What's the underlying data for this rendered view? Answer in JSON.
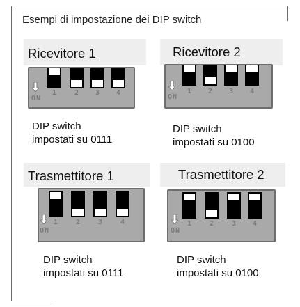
{
  "title": "Esempi di impostazione dei DIP switch",
  "on_label": "ON",
  "panels": [
    {
      "title": "Ricevitore 1",
      "caption_line1": "DIP switch",
      "caption_line2": "impostati su 0111",
      "switch_numbers": [
        "1",
        "2",
        "3",
        "4"
      ],
      "switch_states": [
        "up",
        "down",
        "down",
        "down"
      ]
    },
    {
      "title": "Ricevitore 2",
      "caption_line1": "DIP switch",
      "caption_line2": "impostati su 0100",
      "switch_numbers": [
        "1",
        "2",
        "3",
        "4"
      ],
      "switch_states": [
        "up",
        "down",
        "up",
        "up"
      ]
    },
    {
      "title": "Trasmettitore 1",
      "caption_line1": "DIP switch",
      "caption_line2": "impostati su 0111",
      "switch_numbers": [
        "1",
        "2",
        "3",
        "4"
      ],
      "switch_states": [
        "up",
        "down",
        "down",
        "down"
      ]
    },
    {
      "title": "Trasmettitore 2",
      "caption_line1": "DIP switch",
      "caption_line2": "impostati su 0100",
      "switch_numbers": [
        "1",
        "2",
        "3",
        "4"
      ],
      "switch_states": [
        "up",
        "down",
        "up",
        "up"
      ]
    }
  ]
}
